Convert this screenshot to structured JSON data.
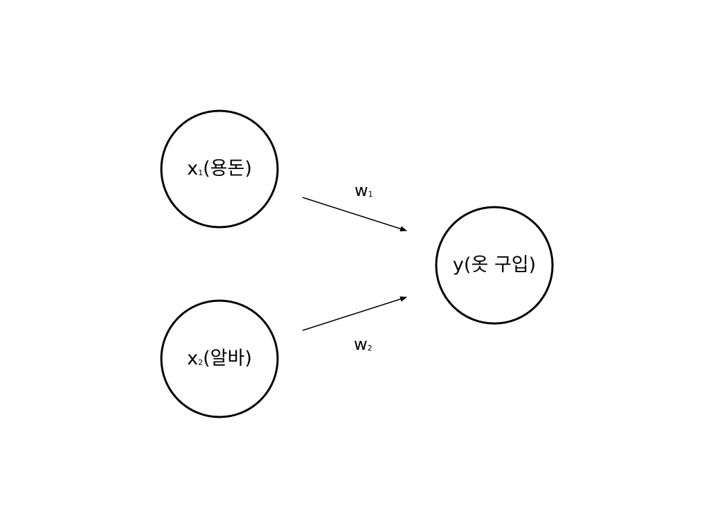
{
  "nodes": {
    "x1": {
      "var": "x",
      "sub": "1",
      "name": "(용돈)"
    },
    "x2": {
      "var": "x",
      "sub": "2",
      "name": "(알바)"
    },
    "y": {
      "var": "y",
      "name": "(옷 구입)"
    }
  },
  "weights": {
    "w1": {
      "var": "w",
      "sub": "1"
    },
    "w2": {
      "var": "w",
      "sub": "2"
    }
  },
  "colors": {
    "stroke": "#000000",
    "background": "#ffffff"
  }
}
